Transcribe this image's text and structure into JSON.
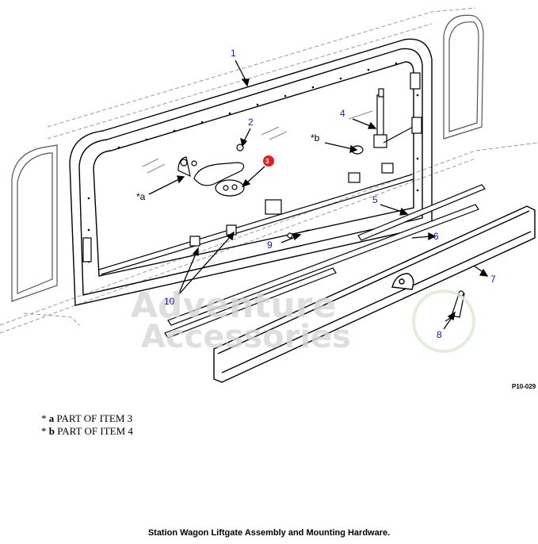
{
  "callouts": {
    "c1": "1",
    "c2": "2",
    "c3": "3",
    "c4": "4",
    "c5": "5",
    "c6": "6",
    "c7": "7",
    "c8": "8",
    "c9": "9",
    "c10": "10",
    "ca": "*a",
    "cb": "*b"
  },
  "drawing_code": "P10-029",
  "watermark": {
    "line1": "Adventure",
    "line2": "Accessories"
  },
  "notes": [
    {
      "prefix": "* ",
      "letter": "a",
      "text": " PART OF ITEM 3"
    },
    {
      "prefix": "* ",
      "letter": "b",
      "text": " PART OF ITEM 4"
    }
  ],
  "caption": "Station Wagon Liftgate Assembly and Mounting Hardware.",
  "colors": {
    "callout_blue": "#1a1aa8",
    "highlight_red": "#e02020",
    "line": "#000000",
    "hidden_line": "#9a9a9a"
  }
}
